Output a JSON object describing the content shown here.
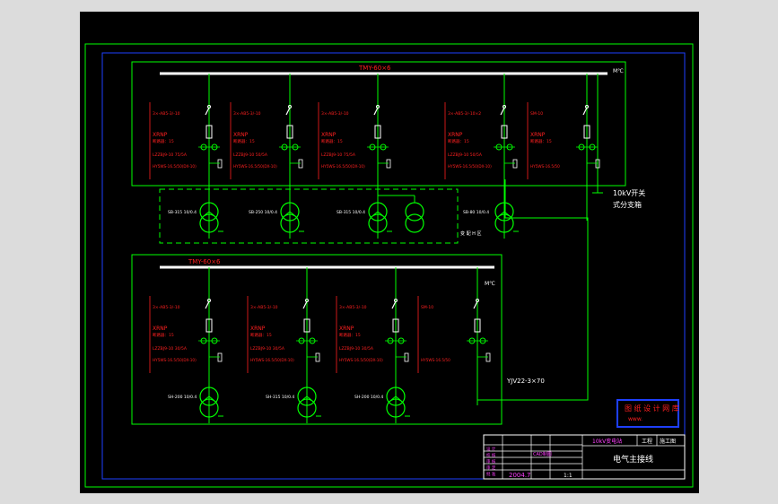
{
  "drawing": {
    "upper_busbar_label": "TMY-60×6",
    "lower_busbar_label": "TMY-60×6",
    "upper_bus_tag": "M℃",
    "lower_bus_tag": "M℃",
    "switchbox_label_line1": "10kV开关",
    "switchbox_label_line2": "式分支箱",
    "cable_label": "YJV22-3×70",
    "transformer_room_tag": "变 配 H 区"
  },
  "upper_feeders": [
    {
      "breaker": "3×-AB5-3/-10",
      "panel": "XRNP",
      "sub": "断路器：15",
      "ct": "LZZBJ9-10 75/5A",
      "meter": "HY5WS-16.5/50(DX-10)",
      "transformer": "SB-315 10/0.4"
    },
    {
      "breaker": "3×-AB5-3/-10",
      "panel": "XRNP",
      "sub": "断路器：15",
      "ct": "LZZBJ9-10 50/5A",
      "meter": "HY5WS-16.5/50(DX-10)",
      "transformer": "SB-250 10/0.4"
    },
    {
      "breaker": "3×-AB5-3/-10",
      "panel": "XRNP",
      "sub": "断路器：15",
      "ct": "LZZBJ9-10 75/5A",
      "meter": "HY5WS-16.5/50(DX-10)",
      "transformer": "SB-315 10/0.4"
    },
    {
      "breaker": "3×-AB5-3/-10×2",
      "panel": "XRNP",
      "sub": "断路器：15",
      "ct": "LZZBJ9-10 50/5A",
      "meter": "HY5WS-16.5/50(DX-10)",
      "transformer": "SB-80 10/0.4"
    },
    {
      "breaker": "SM-10",
      "panel": "XRNP",
      "sub": "断路器：15",
      "ct": "",
      "meter": "HY5WS-16.5/50",
      "transformer": ""
    }
  ],
  "lower_feeders": [
    {
      "breaker": "3×-AB5-3/-10",
      "panel": "XRNP",
      "sub": "断路器：15",
      "ct": "LZZBJ9-10 30/5A",
      "meter": "HY5WS-16.5/50(DX-10)",
      "transformer": "SH-200 10/0.4"
    },
    {
      "breaker": "3×-AB5-3/-10",
      "panel": "XRNP",
      "sub": "断路器：15",
      "ct": "LZZBJ9-10 30/5A",
      "meter": "HY5WS-16.5/50(DX-10)",
      "transformer": "SH-315 10/0.4"
    },
    {
      "breaker": "3×-AB5-3/-10",
      "panel": "XRNP",
      "sub": "断路器：15",
      "ct": "LZZBJ9-10 30/5A",
      "meter": "HY5WS-16.5/50(DX-10)",
      "transformer": "SH-200 10/0.4"
    },
    {
      "breaker": "SM-10",
      "panel": "",
      "sub": "",
      "ct": "",
      "meter": "HY5WS-16.5/50",
      "transformer": ""
    }
  ],
  "title_block": {
    "stamp_line1": "图 纸 设 计 网 库",
    "stamp_line2": "www.",
    "project": "10kV变电站",
    "stage": "工程",
    "phase": "施工图",
    "drawing_title": "电气主接线",
    "date": "2004.7",
    "scale": "1:1",
    "rows": [
      "设 计",
      "校 核",
      "审 核",
      "审 定",
      "批 准"
    ],
    "mid": "CAD制图"
  },
  "colors": {
    "frame": "#1e40ff",
    "bus": "#ffffff",
    "wire": "#00ff00",
    "text_red": "#ff2020",
    "text_white": "#ffffff",
    "tb_green": "#00ff00",
    "tb_magenta": "#ff40ff",
    "background": "#000000"
  }
}
